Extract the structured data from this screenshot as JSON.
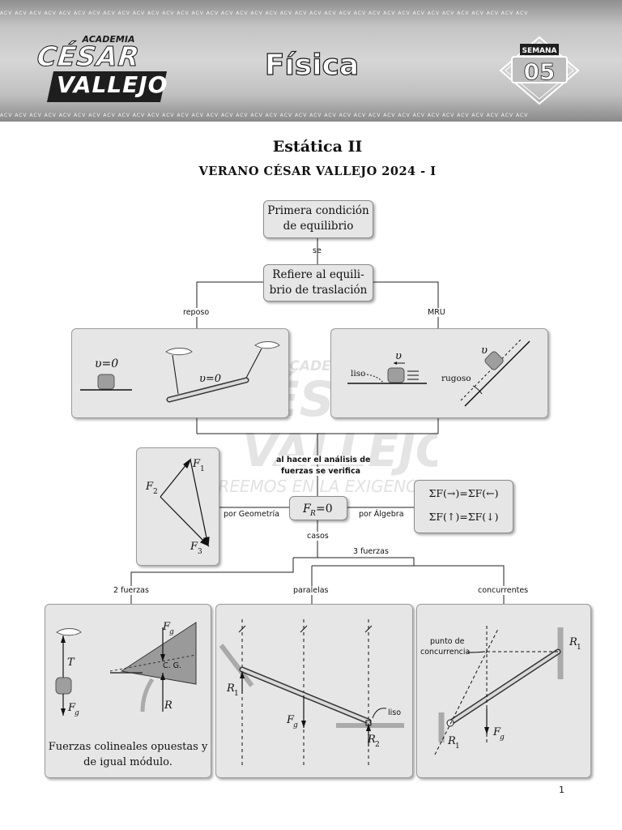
{
  "header": {
    "strip_text": "ACV ACV ACV ACV ACV ACV ACV ACV ACV ACV ACV ACV ACV ACV ACV ACV ACV ACV ACV ACV ACV ACV ACV ACV ACV ACV ACV ACV ACV ACV ACV ACV ACV ACV ACV ACV",
    "logo_small": "ACADEMIA",
    "logo_line1": "CÉSAR",
    "logo_line2": "VALLEJO",
    "subject": "Física",
    "semana_label": "SEMANA",
    "semana_number": "05"
  },
  "title": "Estática II",
  "subtitle": "VERANO CÉSAR VALLEJO 2024 - I",
  "watermark": {
    "line1": "ACADEMIA",
    "line2": "CÉSAR",
    "line3": "VALLEJO",
    "line4": "CREEMOS EN LA EXIGENCIA"
  },
  "diagram": {
    "node_top": [
      "Primera condición",
      "de equilibrio"
    ],
    "label_se": "se",
    "node_refiere": [
      "Refiere al equili-",
      "brio de traslación"
    ],
    "label_reposo": "reposo",
    "label_mru": "MRU",
    "reposo_panel": {
      "v_zero_1": "υ=0",
      "v_zero_2": "υ=0"
    },
    "mru_panel": {
      "liso": "liso",
      "rugoso": "rugoso",
      "v": "υ"
    },
    "analysis_label": [
      "al hacer el análisis de",
      "fuerzas se verifica"
    ],
    "geometry_panel": {
      "F1": "F",
      "F1_sub": "1",
      "F2": "F",
      "F2_sub": "2",
      "F3": "F",
      "F3_sub": "3"
    },
    "label_geometria": "por Geometría",
    "label_algebra": "por Álgebra",
    "fr_node": {
      "F": "F",
      "sub": "R",
      "eq": "=0"
    },
    "algebra_eq1": "ΣF(→)=ΣF(←)",
    "algebra_eq2": "ΣF(↑)=ΣF(↓)",
    "label_casos": "casos",
    "label_3fuerzas": "3 fuerzas",
    "label_2fuerzas": "2 fuerzas",
    "label_paralelas": "paralelas",
    "label_concurrentes": "concurrentes",
    "panel_2f": {
      "T": "T",
      "Fg": "F",
      "g": "g",
      "R": "R",
      "cg": "C. G."
    },
    "caption_2f": [
      "Fuerzas colineales opuestas y",
      "de igual módulo."
    ],
    "panel_paralelas": {
      "R1": "R",
      "R2": "R",
      "Fg": "F",
      "liso": "liso"
    },
    "panel_concurrentes": {
      "punto": [
        "punto de",
        "concurrencia"
      ],
      "R1_top": "R",
      "R1_bottom": "R",
      "Fg": "F"
    }
  },
  "page_number": "1"
}
